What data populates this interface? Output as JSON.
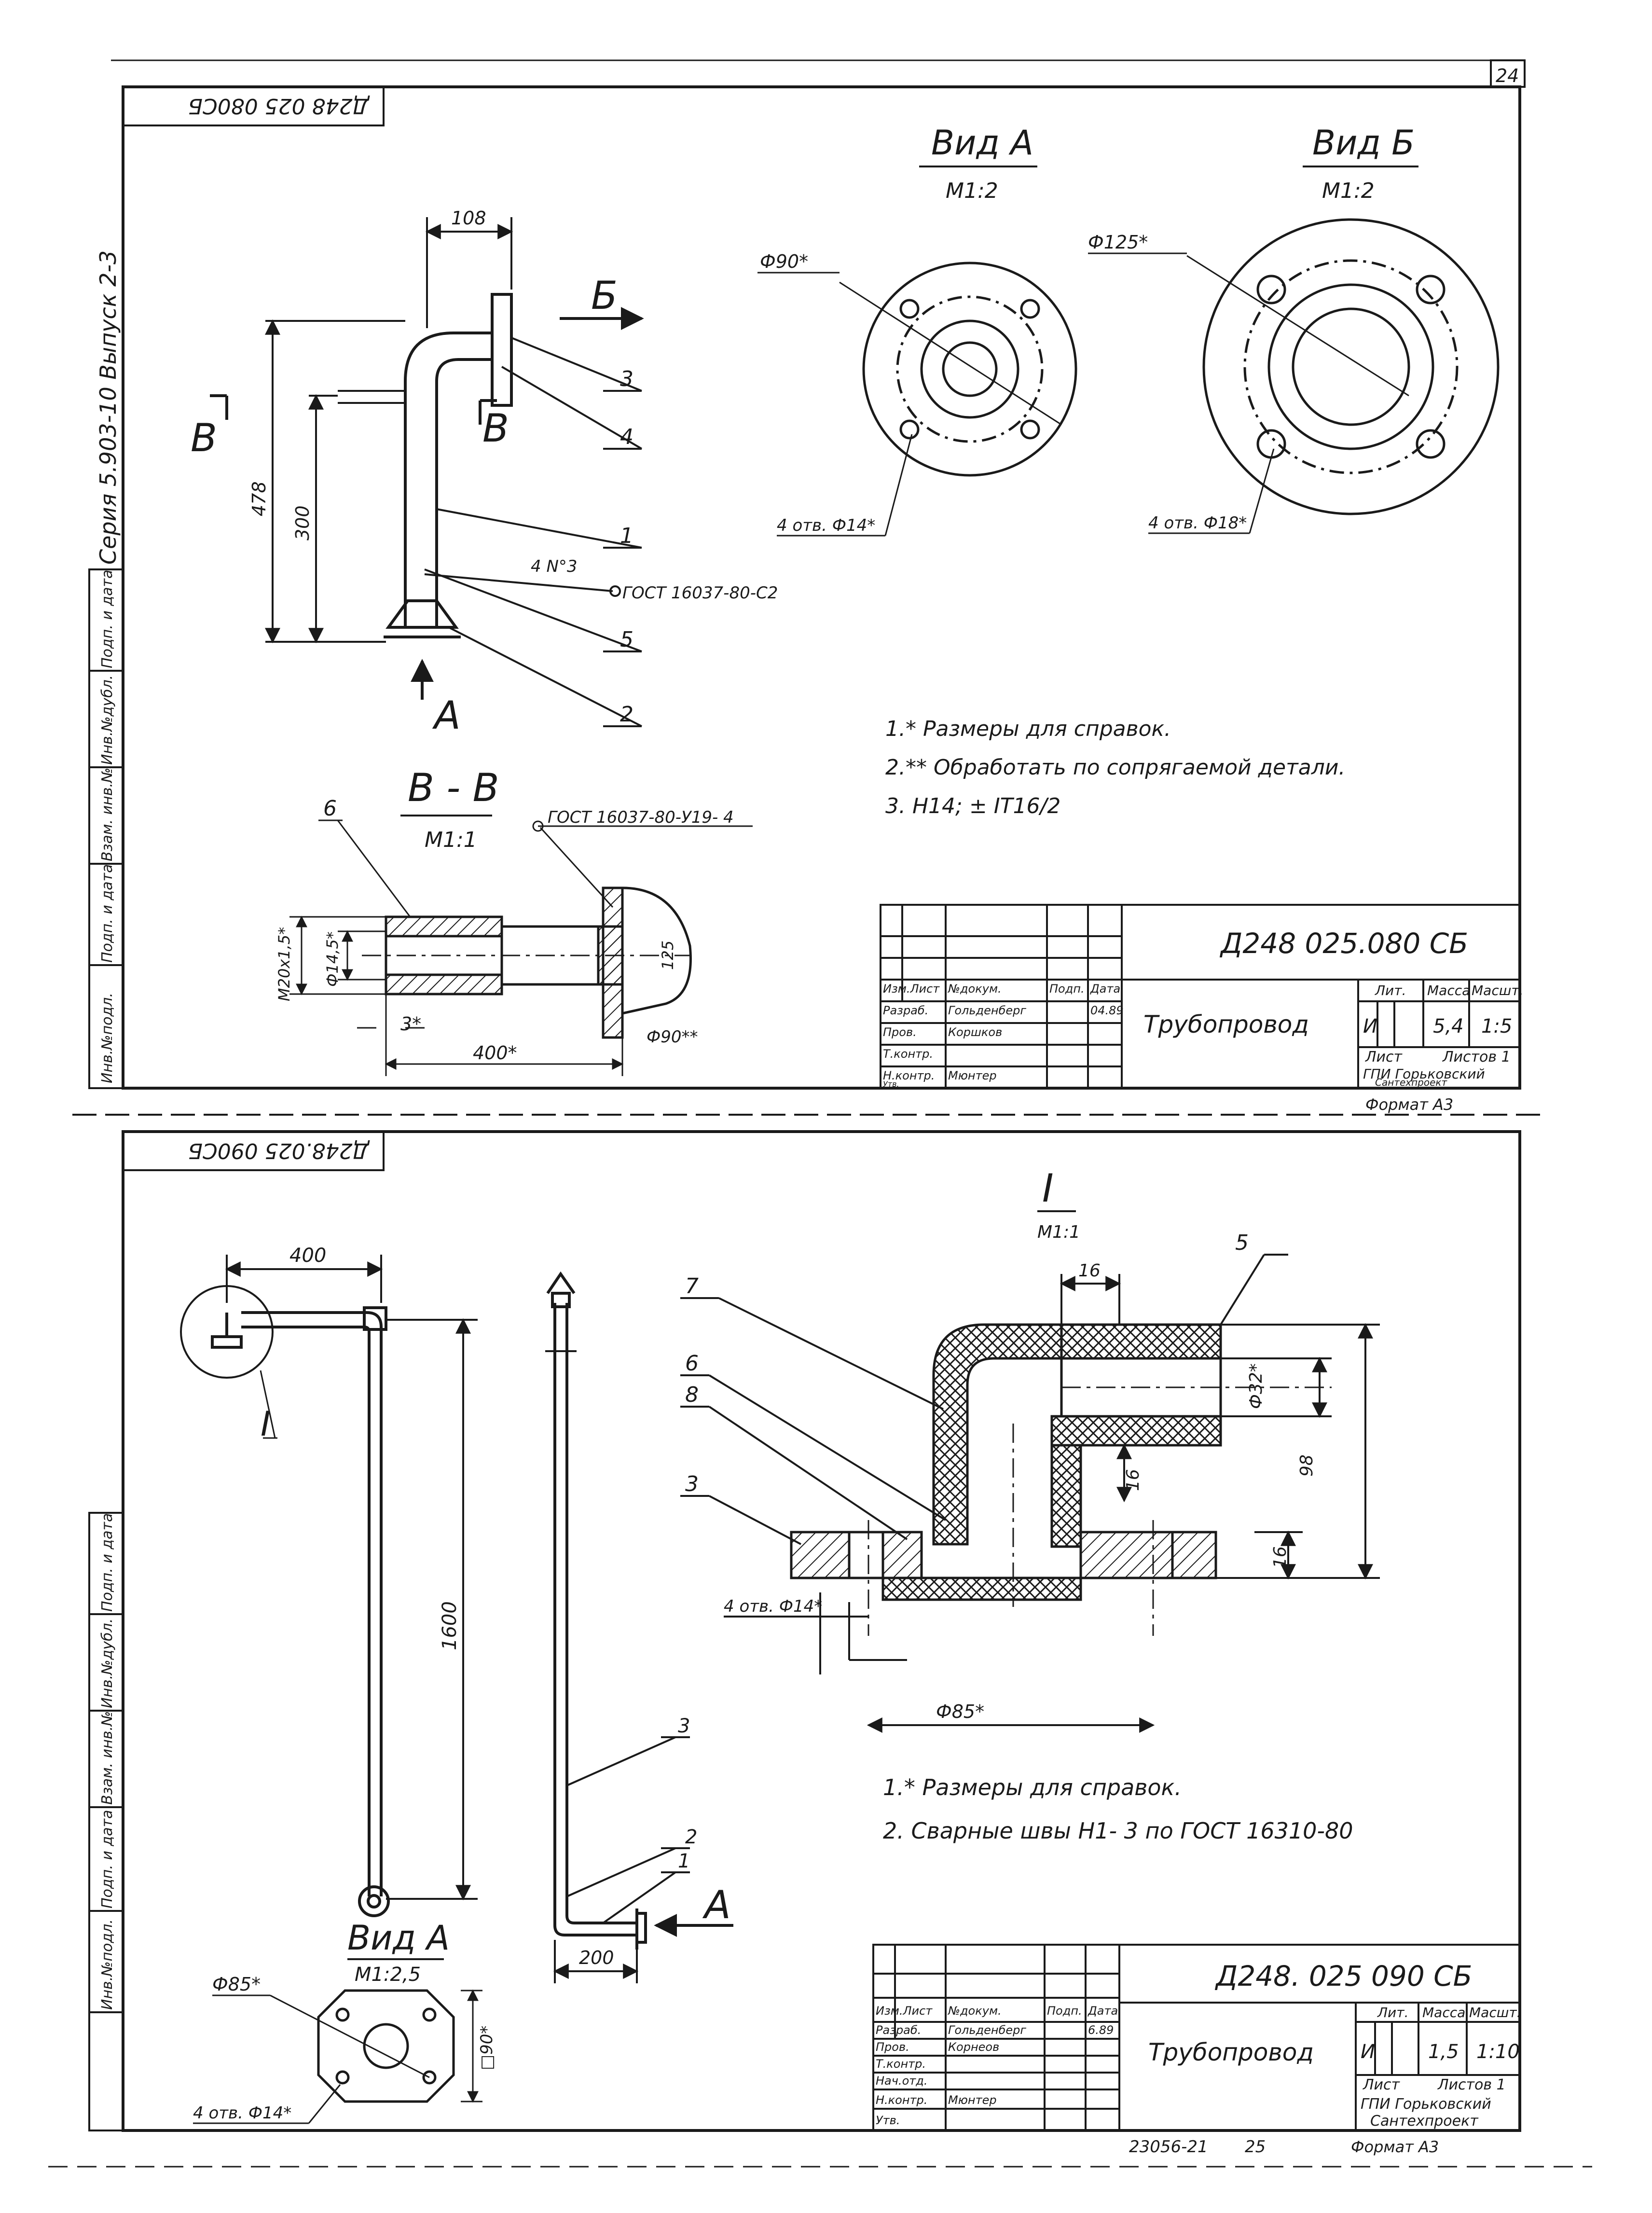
{
  "page_number": "24",
  "series_label": "Серия 5.903-10   Выпуск 2-3",
  "margin_cells": [
    "Инв.№подл.",
    "Подп. и дата",
    "Взам. инв.№",
    "Инв.№дубл.",
    "Подп. и дата"
  ],
  "sheet1": {
    "mirror_code": "Д248 025 080СБ",
    "view_a_title": "Вид А",
    "view_a_scale": "М1:2",
    "view_b_title": "Вид Б",
    "view_b_scale": "М1:2",
    "view_a_dia": "Ф90*",
    "view_a_holes": "4 отв. Ф14*",
    "view_b_dia": "Ф125*",
    "view_b_holes": "4 отв. Ф18*",
    "dim_108": "108",
    "dim_478": "478",
    "dim_300": "300",
    "arrow_b": "Б",
    "arrow_v1": "В",
    "arrow_v2": "В",
    "arrow_a": "А",
    "callout_3": "3",
    "callout_4": "4",
    "callout_1": "1",
    "callout_5": "5",
    "callout_2": "2",
    "weld_note": "4 N°3",
    "weld_gost": "ГОСТ 16037-80-С2",
    "section_title": "В - В",
    "section_scale": "М1:1",
    "callout_6": "6",
    "section_gost": "ГОСТ 16037-80-У19-  4",
    "thread": "М20х1,5*",
    "dia_145": "Ф14,5*",
    "dim_3": "3*",
    "dim_400": "400*",
    "dim_125": "125",
    "dim_90": "Ф90**",
    "notes": [
      "1.* Размеры для справок.",
      "2.** Обработать по сопрягаемой детали.",
      "3. Н14; ± IT16/2"
    ],
    "title_block": {
      "code": "Д248 025.080 СБ",
      "name": "Трубопровод",
      "lit_header": "Лит.",
      "mass_header": "Масса",
      "scale_header": "Масшт.",
      "lit": "И",
      "mass": "5,4",
      "scale": "1:5",
      "sheet": "Лист",
      "sheets": "Листов 1",
      "org1": "ГПИ Горьковский",
      "org2": "Сантехпроект",
      "rows": [
        [
          "Изм.Лист",
          "№докум.",
          "Подп.",
          "Дата"
        ],
        [
          "Разраб.",
          "Гольденберг",
          "",
          "04.89"
        ],
        [
          "Пров.",
          "Коршков",
          "",
          ""
        ],
        [
          "Т.контр.",
          "",
          "",
          ""
        ],
        [
          "Н.контр.",
          "Мюнтер",
          "",
          ""
        ],
        [
          "Утв.",
          "",
          "",
          ""
        ]
      ]
    },
    "format": "Формат А3"
  },
  "sheet2": {
    "mirror_code": "Д248.025 090СБ",
    "dim_400": "400",
    "dim_1600": "1600",
    "dim_200": "200",
    "detail_mark": "I",
    "detail_title": "I",
    "detail_scale": "М1:1",
    "callout_3": "3",
    "callout_2": "2",
    "callout_1": "1",
    "arrow_a": "А",
    "callout_5": "5",
    "callout_7": "7",
    "callout_6": "6",
    "callout_8": "8",
    "callout_3b": "3",
    "dim_16a": "16",
    "dim_16b": "16",
    "dim_16c": "16",
    "dim_32": "Ф32*",
    "dim_98": "98",
    "holes": "4 отв. Ф14*",
    "dim_85": "Ф85*",
    "view_a_title": "Вид А",
    "view_a_scale": "М1:2,5",
    "view_a_dia": "Ф85*",
    "view_a_square": "□90*",
    "view_a_holes": "4 отв. Ф14*",
    "notes": [
      "1.* Размеры для справок.",
      "2. Сварные швы Н1-  3 по ГОСТ 16310-80"
    ],
    "title_block": {
      "code": "Д248. 025 090 СБ",
      "name": "Трубопровод",
      "lit_header": "Лит.",
      "mass_header": "Масса",
      "scale_header": "Масшт.",
      "lit": "И",
      "mass": "1,5",
      "scale": "1:10",
      "sheet": "Лист",
      "sheets": "Листов 1",
      "org1": "ГПИ Горьковский",
      "org2": "Сантехпроект",
      "rows": [
        [
          "Изм.Лист",
          "№докум.",
          "Подп.",
          "Дата"
        ],
        [
          "Разраб.",
          "Гольденберг",
          "",
          "6.89"
        ],
        [
          "Пров.",
          "Корнеов",
          "",
          ""
        ],
        [
          "Т.контр.",
          "",
          "",
          ""
        ],
        [
          "Нач.отд.",
          "",
          "",
          ""
        ],
        [
          "Н.контр.",
          "Мюнтер",
          "",
          ""
        ],
        [
          "Утв.",
          "",
          "",
          ""
        ]
      ]
    },
    "order_no": "23056-21",
    "page": "25",
    "format": "Формат А3"
  }
}
